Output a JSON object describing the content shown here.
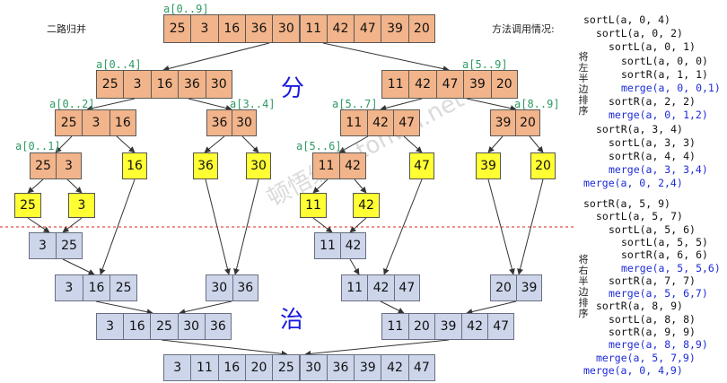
{
  "title_left": "二路归并",
  "title_right": "方法调用情况:",
  "divide_char": "分",
  "conquer_char": "治",
  "watermark": "顿悟编程 tonwu.net",
  "side_notes": {
    "left_half": "将左半边排序",
    "right_half": "将右半边排序"
  },
  "labels": {
    "top": "a[0..9]",
    "l0_4": "a[0..4]",
    "r5_9": "a[5..9]",
    "l0_2": "a[0..2]",
    "l3_4": "a[3..4]",
    "r5_7": "a[5..7]",
    "r8_9": "a[8..9]",
    "l0_1": "a[0..1]",
    "r5_6": "a[5..6]"
  },
  "arrays": {
    "top": [
      "25",
      "3",
      "16",
      "36",
      "30",
      "11",
      "42",
      "47",
      "39",
      "20"
    ],
    "l0_4": [
      "25",
      "3",
      "16",
      "36",
      "30"
    ],
    "r5_9": [
      "11",
      "42",
      "47",
      "39",
      "20"
    ],
    "l0_2": [
      "25",
      "3",
      "16"
    ],
    "l3_4": [
      "36",
      "30"
    ],
    "r5_7": [
      "11",
      "42",
      "47"
    ],
    "r8_9": [
      "39",
      "20"
    ],
    "l0_1": [
      "25",
      "3"
    ],
    "y16": [
      "16"
    ],
    "y36": [
      "36"
    ],
    "y30": [
      "30"
    ],
    "r5_6": [
      "11",
      "42"
    ],
    "y47": [
      "47"
    ],
    "y39": [
      "39"
    ],
    "y20": [
      "20"
    ],
    "y25": [
      "25"
    ],
    "y3": [
      "3"
    ],
    "y11": [
      "11"
    ],
    "y42": [
      "42"
    ],
    "m3_25": [
      "3",
      "25"
    ],
    "m11_42": [
      "11",
      "42"
    ],
    "m3_16_25": [
      "3",
      "16",
      "25"
    ],
    "m30_36": [
      "30",
      "36"
    ],
    "m11_42_47": [
      "11",
      "42",
      "47"
    ],
    "m20_39": [
      "20",
      "39"
    ],
    "m_left": [
      "3",
      "16",
      "25",
      "30",
      "36"
    ],
    "m_right": [
      "11",
      "20",
      "39",
      "42",
      "47"
    ],
    "final": [
      "3",
      "11",
      "16",
      "20",
      "25",
      "30",
      "36",
      "39",
      "42",
      "47"
    ]
  },
  "calls": [
    {
      "text": "sortL(a, 0, 4)",
      "kind": "sort"
    },
    {
      "text": "sortL(a, 0, 2)",
      "kind": "sort"
    },
    {
      "text": "sortL(a, 0, 1)",
      "kind": "sort"
    },
    {
      "text": "sortL(a, 0, 0)",
      "kind": "sort"
    },
    {
      "text": "sortR(a, 1, 1)",
      "kind": "sort"
    },
    {
      "text": "merge(a, 0, 0,1)",
      "kind": "merge"
    },
    {
      "text": "sortR(a, 2, 2)",
      "kind": "sort"
    },
    {
      "text": "merge(a, 0, 1,2)",
      "kind": "merge"
    },
    {
      "text": "sortR(a, 3, 4)",
      "kind": "sort"
    },
    {
      "text": "sortL(a, 3, 3)",
      "kind": "sort"
    },
    {
      "text": "sortR(a, 4, 4)",
      "kind": "sort"
    },
    {
      "text": "merge(a, 3, 3,4)",
      "kind": "merge"
    },
    {
      "text": "merge(a, 0, 2,4)",
      "kind": "merge"
    },
    {
      "text": "sortR(a, 5, 9)",
      "kind": "sort"
    },
    {
      "text": "sortL(a, 5, 7)",
      "kind": "sort"
    },
    {
      "text": "sortL(a, 5, 6)",
      "kind": "sort"
    },
    {
      "text": "sortL(a, 5, 5)",
      "kind": "sort"
    },
    {
      "text": "sortR(a, 6, 6)",
      "kind": "sort"
    },
    {
      "text": "merge(a, 5, 5,6)",
      "kind": "merge"
    },
    {
      "text": "sortR(a, 7, 7)",
      "kind": "sort"
    },
    {
      "text": "merge(a, 5, 6,7)",
      "kind": "merge"
    },
    {
      "text": "sortR(a, 8, 9)",
      "kind": "sort"
    },
    {
      "text": "sortL(a, 8, 8)",
      "kind": "sort"
    },
    {
      "text": "sortR(a, 9, 9)",
      "kind": "sort"
    },
    {
      "text": "merge(a, 8, 8,9)",
      "kind": "merge"
    },
    {
      "text": "merge(a, 5, 7,9)",
      "kind": "merge"
    },
    {
      "text": "merge(a, 0, 4,9)",
      "kind": "merge"
    }
  ],
  "colors": {
    "orange": "#f2b48a",
    "yellow": "#ffff33",
    "blue": "#cdd5ea",
    "label_green": "#2e9a63",
    "merge_blue": "#1d2bd8",
    "divider_red": "#e02020"
  }
}
